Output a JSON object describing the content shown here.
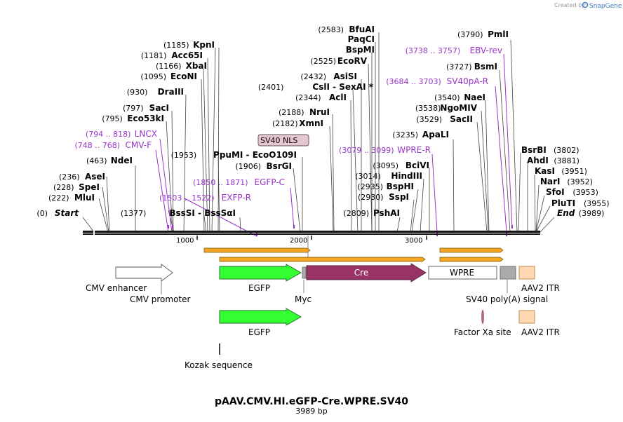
{
  "header": {
    "credit": "Created by",
    "brand": "SnapGene"
  },
  "map": {
    "title": "pAAV.CMV.HI.eGFP-Cre.WPRE.SV40",
    "size_label": "3989 bp",
    "length": 3989,
    "ruler_ticks": [
      "1000",
      "2000",
      "3000"
    ]
  },
  "sites_left": [
    {
      "pos": "(0)",
      "name": "Start",
      "italic": true
    },
    {
      "pos": "(222)",
      "name": "MluI"
    },
    {
      "pos": "(228)",
      "name": "SpeI"
    },
    {
      "pos": "(236)",
      "name": "AseI"
    },
    {
      "pos": "(463)",
      "name": "NdeI"
    },
    {
      "pos": "(795)",
      "name": "Eco53kI"
    },
    {
      "pos": "(797)",
      "name": "SacI"
    },
    {
      "pos": "(930)",
      "name": "DraIII"
    },
    {
      "pos": "(1095)",
      "name": "EcoNI"
    },
    {
      "pos": "(1166)",
      "name": "XbaI"
    },
    {
      "pos": "(1181)",
      "name": "Acc65I"
    },
    {
      "pos": "(1185)",
      "name": "KpnI"
    },
    {
      "pos": "(1377)",
      "name": "BssSI  -  BssSαI"
    },
    {
      "pos": "(1953)",
      "name": "PpuMI  -  EcoO109I"
    },
    {
      "pos": "(1906)",
      "name": "BsrGI"
    },
    {
      "pos": "(2182)",
      "name": "XmnI"
    },
    {
      "pos": "(2188)",
      "name": "NruI"
    },
    {
      "pos": "(2344)",
      "name": "AclI"
    },
    {
      "pos": "(2401)",
      "name": "CslI  -  SexAI *"
    },
    {
      "pos": "(2432)",
      "name": "AsiSI"
    },
    {
      "pos": "(2525)",
      "name": "EcoRV"
    },
    {
      "pos": "(2583)",
      "name": "BfuAI"
    },
    {
      "pos": "",
      "name": "PaqCI"
    },
    {
      "pos": "",
      "name": "BspMI"
    },
    {
      "pos": "(2809)",
      "name": "PshAI"
    },
    {
      "pos": "(2930)",
      "name": "SspI"
    },
    {
      "pos": "(2935)",
      "name": "BspHI"
    },
    {
      "pos": "(3014)",
      "name": "HindIII"
    },
    {
      "pos": "(3095)",
      "name": "BciVI"
    },
    {
      "pos": "(3235)",
      "name": "ApaLI"
    },
    {
      "pos": "(3529)",
      "name": "SacII"
    },
    {
      "pos": "(3538)",
      "name": "NgoMIV"
    },
    {
      "pos": "(3540)",
      "name": "NaeI"
    },
    {
      "pos": "(3727)",
      "name": "BsmI"
    },
    {
      "pos": "(3790)",
      "name": "PmlI"
    }
  ],
  "sites_right": [
    {
      "pos": "(3802)",
      "name": "BsrBI"
    },
    {
      "pos": "(3881)",
      "name": "AhdI"
    },
    {
      "pos": "(3951)",
      "name": "KasI"
    },
    {
      "pos": "(3952)",
      "name": "NarI"
    },
    {
      "pos": "(3953)",
      "name": "SfoI"
    },
    {
      "pos": "(3955)",
      "name": "PluTI"
    },
    {
      "pos": "(3989)",
      "name": "End",
      "italic": true
    }
  ],
  "primers": [
    {
      "range": "(794 .. 818)",
      "name": "LNCX"
    },
    {
      "range": "(748 .. 768)",
      "name": "CMV-F"
    },
    {
      "range": "(1503 .. 1522)",
      "name": "EXFP-R"
    },
    {
      "range": "(1850 .. 1871)",
      "name": "EGFP-C"
    },
    {
      "range": "(3079 .. 3099)",
      "name": "WPRE-R"
    },
    {
      "range": "(3684 .. 3703)",
      "name": "SV40pA-R"
    },
    {
      "range": "(3738 .. 3757)",
      "name": "EBV-rev"
    }
  ],
  "nls_label": "SV40 NLS",
  "features": {
    "cmv_enhancer": "CMV enhancer",
    "cmv_promoter": "CMV promoter",
    "egfp1": "EGFP",
    "egfp2": "EGFP",
    "myc": "Myc",
    "cre": "Cre",
    "wpre": "WPRE",
    "sv40_polya": "SV40 poly(A) signal",
    "aav2_itr1": "AAV2 ITR",
    "aav2_itr2": "AAV2 ITR",
    "factor_xa": "Factor Xa site",
    "kozak": "Kozak sequence"
  },
  "colors": {
    "enzyme_text": "#000000",
    "primer": "#9933cc",
    "egfp": "#33ff33",
    "cre": "#993366",
    "itr": "#ffd9b3",
    "orf": "#f5a623",
    "snapgene": "#3a7ac0"
  }
}
